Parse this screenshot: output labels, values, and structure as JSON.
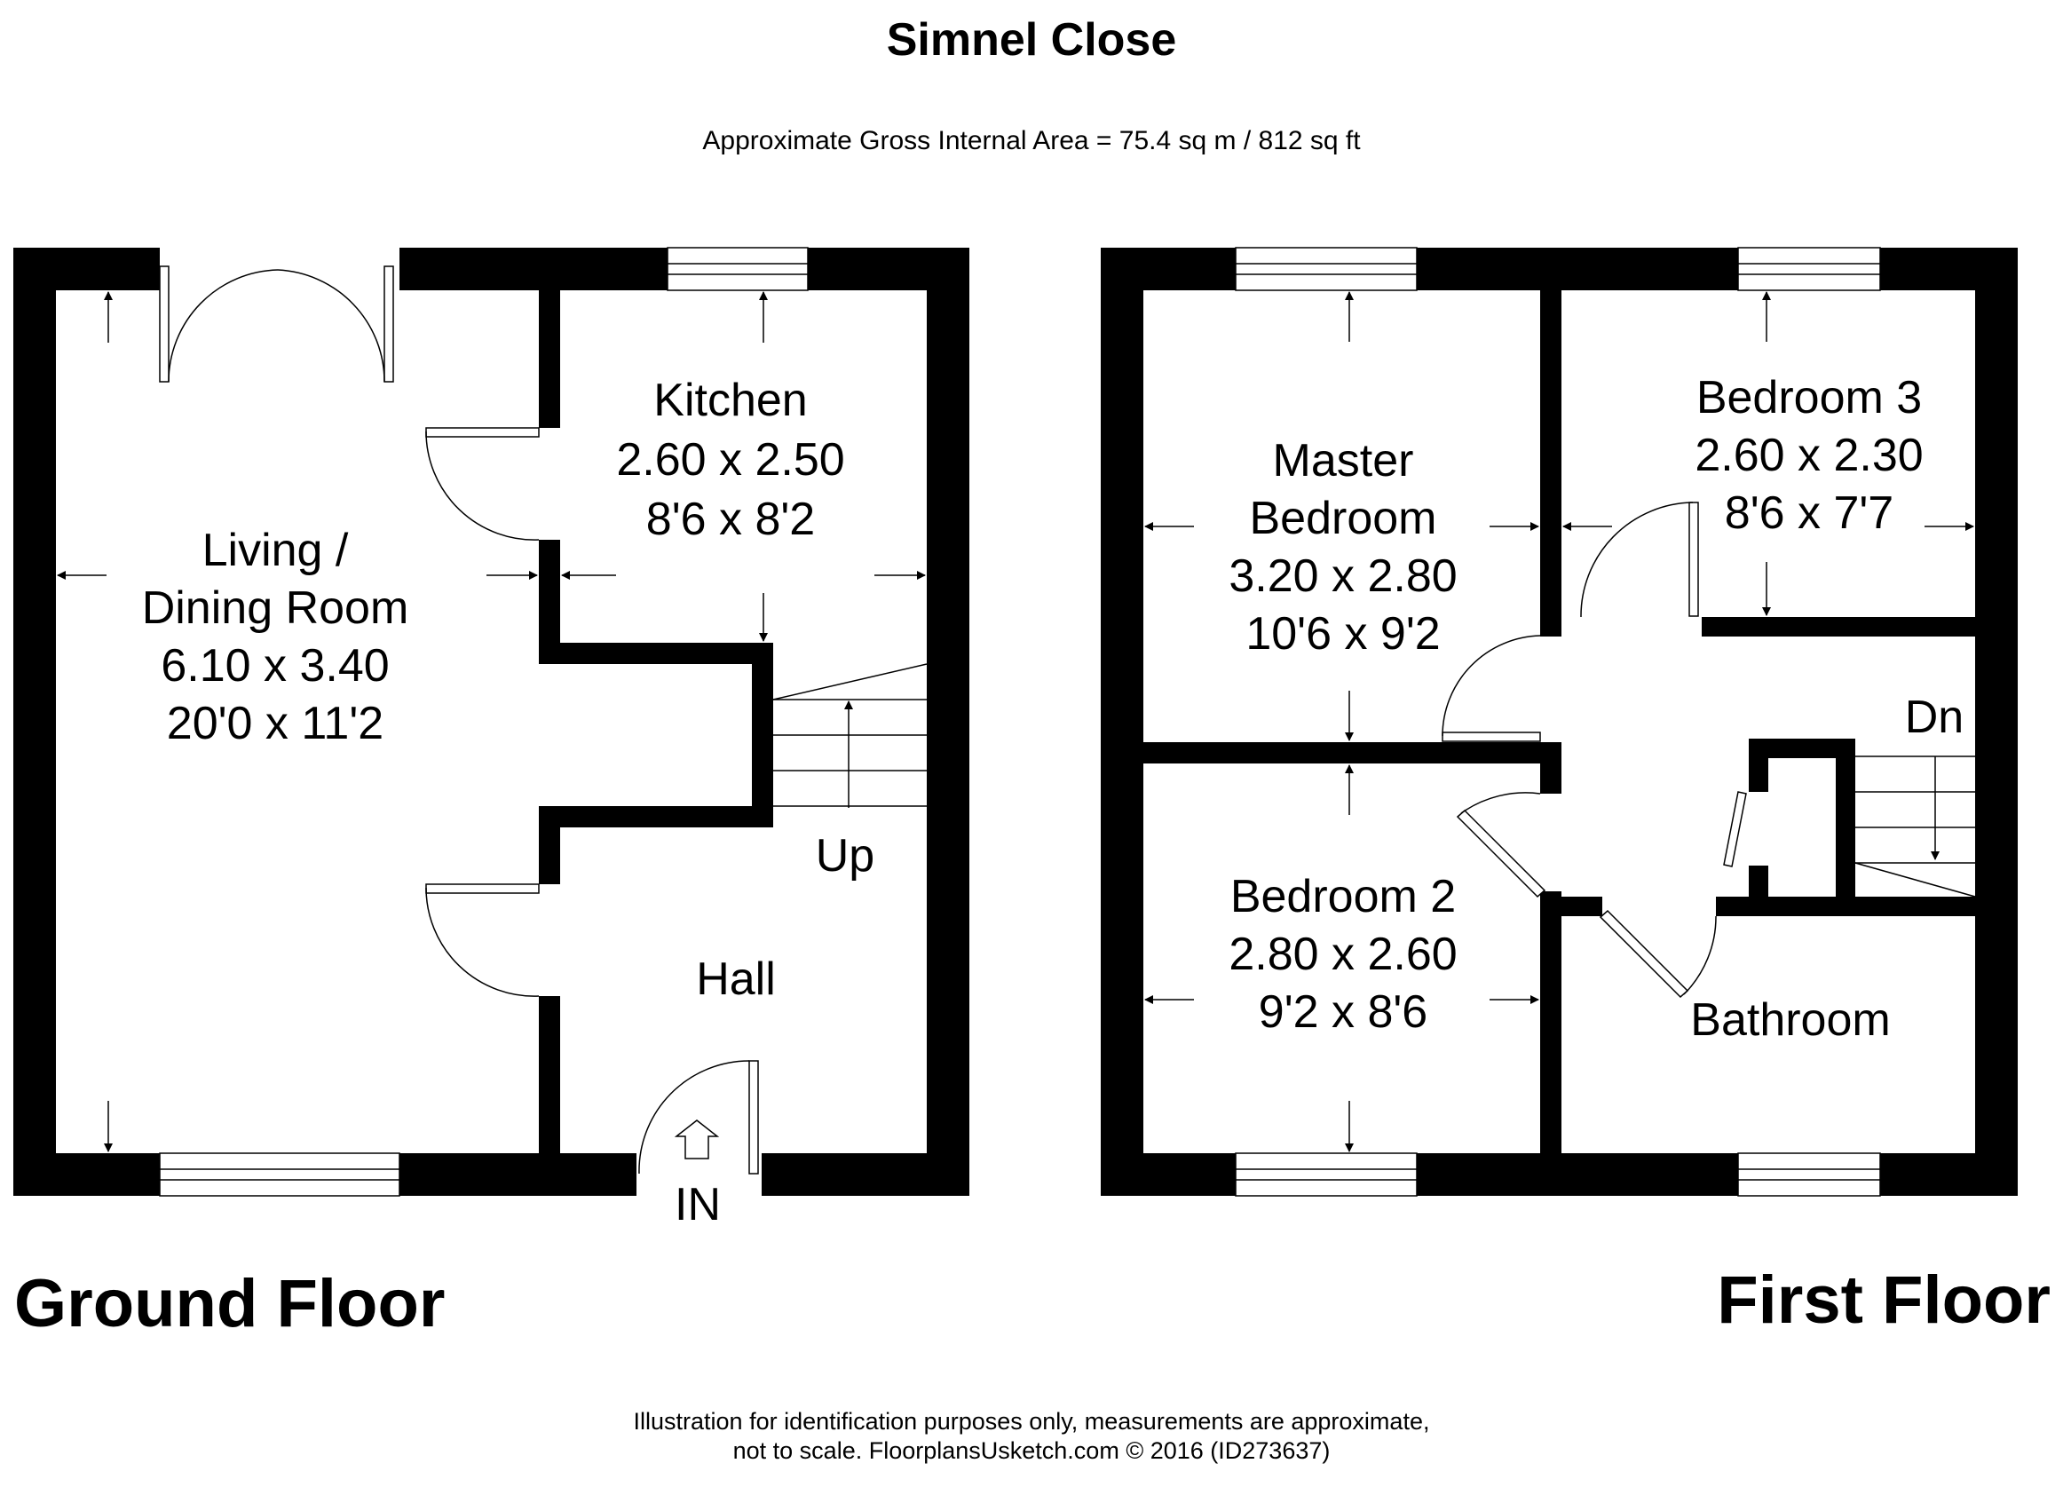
{
  "title": "Simnel Close",
  "subtitle": "Approximate Gross Internal Area = 75.4 sq m / 812 sq ft",
  "ground_floor": {
    "label": "Ground Floor",
    "rooms": {
      "living": {
        "name_line1": "Living /",
        "name_line2": "Dining Room",
        "metric": "6.10 x 3.40",
        "imperial": "20'0 x 11'2"
      },
      "kitchen": {
        "name": "Kitchen",
        "metric": "2.60 x 2.50",
        "imperial": "8'6 x 8'2"
      },
      "hall": {
        "name": "Hall"
      }
    },
    "stairs_label": "Up",
    "entrance_label": "IN"
  },
  "first_floor": {
    "label": "First Floor",
    "rooms": {
      "master": {
        "name_line1": "Master",
        "name_line2": "Bedroom",
        "metric": "3.20 x 2.80",
        "imperial": "10'6 x 9'2"
      },
      "bedroom3": {
        "name": "Bedroom 3",
        "metric": "2.60 x 2.30",
        "imperial": "8'6 x 7'7"
      },
      "bedroom2": {
        "name": "Bedroom 2",
        "metric": "2.80 x 2.60",
        "imperial": "9'2 x 8'6"
      },
      "bathroom": {
        "name": "Bathroom"
      }
    },
    "stairs_label": "Dn"
  },
  "footer": {
    "line1": "Illustration for identification purposes only, measurements are approximate,",
    "line2": "not to scale. FloorplansUsketch.com © 2016 (ID273637)"
  }
}
